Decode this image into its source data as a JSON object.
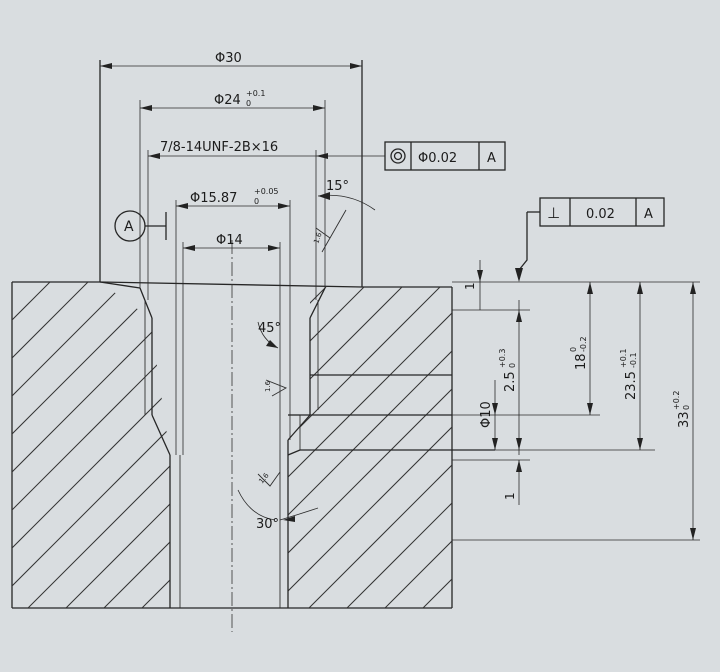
{
  "dims": {
    "d30": "Φ30",
    "d24": "Φ24",
    "d24_tol": "+0.1",
    "d24_low": "0",
    "thread": "7/8-14UNF-2B×16",
    "d1587": "Φ15.87",
    "d1587_tol": "+0.05",
    "d1587_low": "0",
    "d14": "Φ14",
    "d10": "Φ10",
    "ang15": "15°",
    "ang45": "45°",
    "ang30": "30°",
    "one_top": "1",
    "one_bottom": "1",
    "dep25": "2.5",
    "dep25_tol": "+0.3",
    "dep25_low": "0",
    "dep18": "18",
    "dep18_tol": "0",
    "dep18_low": "-0.2",
    "dep235": "23.5",
    "dep235_tol": "+0.1",
    "dep235_low": "-0.1",
    "dep33": "33",
    "dep33_tol": "+0.2",
    "dep33_low": "0"
  },
  "surface": {
    "rough": "1.6"
  },
  "datum": {
    "label": "A"
  },
  "gdt_concentric": {
    "symbol": "◎",
    "value": "Φ0.02",
    "datum": "A"
  },
  "gdt_perp": {
    "symbol": "⊥",
    "value": "0.02",
    "datum": "A"
  }
}
